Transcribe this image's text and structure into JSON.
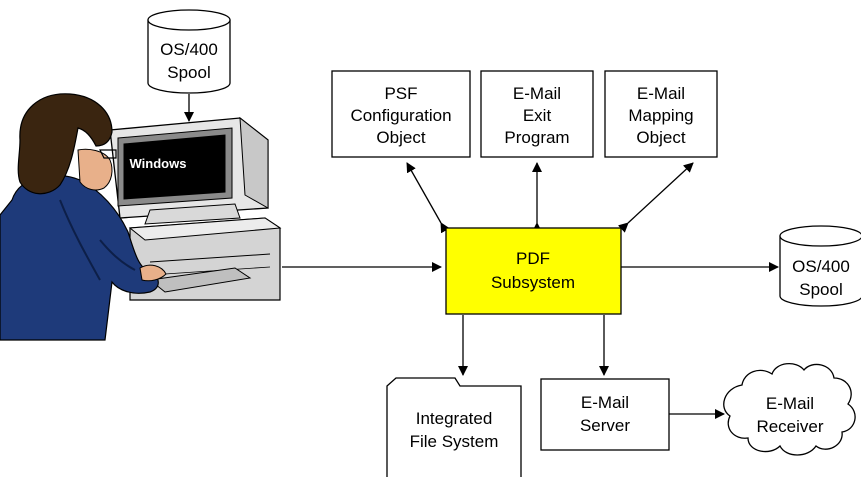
{
  "spool_top": {
    "line1": "OS/400",
    "line2": "Spool"
  },
  "spool_right": {
    "line1": "OS/400",
    "line2": "Spool"
  },
  "screen_text": "Windows",
  "psf_box": {
    "line1": "PSF",
    "line2": "Configuration",
    "line3": "Object"
  },
  "exit_box": {
    "line1": "E-Mail",
    "line2": "Exit",
    "line3": "Program"
  },
  "mapping_box": {
    "line1": "E-Mail",
    "line2": "Mapping",
    "line3": "Object"
  },
  "pdf_box": {
    "line1": "PDF",
    "line2": "Subsystem",
    "fill": "#ffff00"
  },
  "ifs": {
    "line1": "Integrated",
    "line2": "File System"
  },
  "server_box": {
    "line1": "E-Mail",
    "line2": "Server"
  },
  "receiver": {
    "line1": "E-Mail",
    "line2": "Receiver"
  },
  "colors": {
    "jacket": "#1e3a7a",
    "hair": "#3a2510",
    "skin": "#e8b08a",
    "monitor": "#e6e6e6",
    "pdf_fill": "#ffff00"
  }
}
